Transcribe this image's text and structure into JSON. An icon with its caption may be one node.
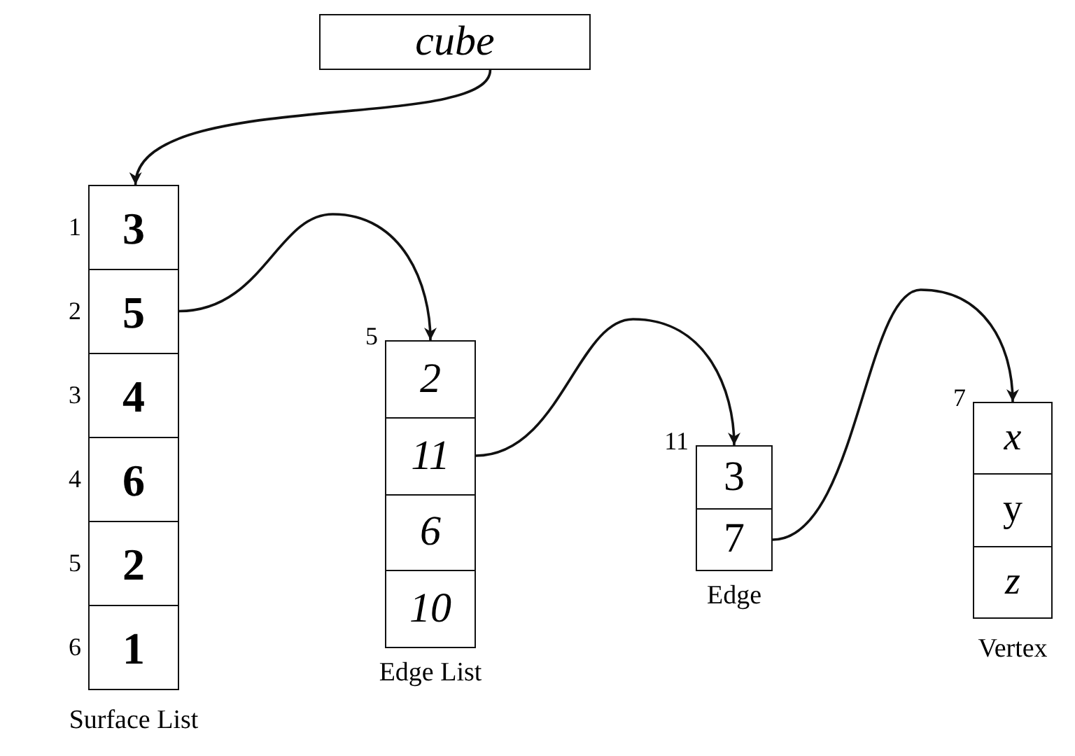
{
  "diagram": {
    "nodes": [
      {
        "text": [
          "cube"
        ]
      },
      {
        "text": [
          "Surface List"
        ]
      },
      {
        "text": [
          "3"
        ],
        "in": 1,
        "beside": [
          "1"
        ]
      },
      {
        "text": [
          "5"
        ],
        "in": 1,
        "beside": [
          "2"
        ]
      },
      {
        "text": [
          "4"
        ],
        "in": 1,
        "beside": [
          "3"
        ]
      },
      {
        "text": [
          "6"
        ],
        "in": 1,
        "beside": [
          "4"
        ]
      },
      {
        "text": [
          "2"
        ],
        "in": 1,
        "beside": [
          "5"
        ]
      },
      {
        "text": [
          "1"
        ],
        "in": 1,
        "beside": [
          "6"
        ]
      },
      {
        "text": [
          "Edge List"
        ],
        "beside": [
          "5"
        ]
      },
      {
        "text": [
          "2"
        ],
        "in": 8
      },
      {
        "text": [
          "11"
        ],
        "in": 8
      },
      {
        "text": [
          "6"
        ],
        "in": 8
      },
      {
        "text": [
          "10"
        ],
        "in": 8
      },
      {
        "text": [
          "Edge"
        ],
        "beside": [
          "11"
        ]
      },
      {
        "text": [
          "3"
        ],
        "in": 13
      },
      {
        "text": [
          "7"
        ],
        "in": 13
      },
      {
        "text": [
          "Vertex"
        ],
        "beside": [
          "7"
        ]
      },
      {
        "text": [
          "x"
        ],
        "in": 16
      },
      {
        "text": [
          "y"
        ],
        "in": 16
      },
      {
        "text": [
          "z"
        ],
        "in": 16
      }
    ],
    "edges": [
      {
        "from": 0,
        "to": 2,
        "arrow": "to"
      },
      {
        "from": 3,
        "to": 8,
        "arrow": "to"
      },
      {
        "from": 10,
        "to": 13,
        "arrow": "to"
      },
      {
        "from": 15,
        "to": 16,
        "arrow": "to"
      }
    ]
  }
}
